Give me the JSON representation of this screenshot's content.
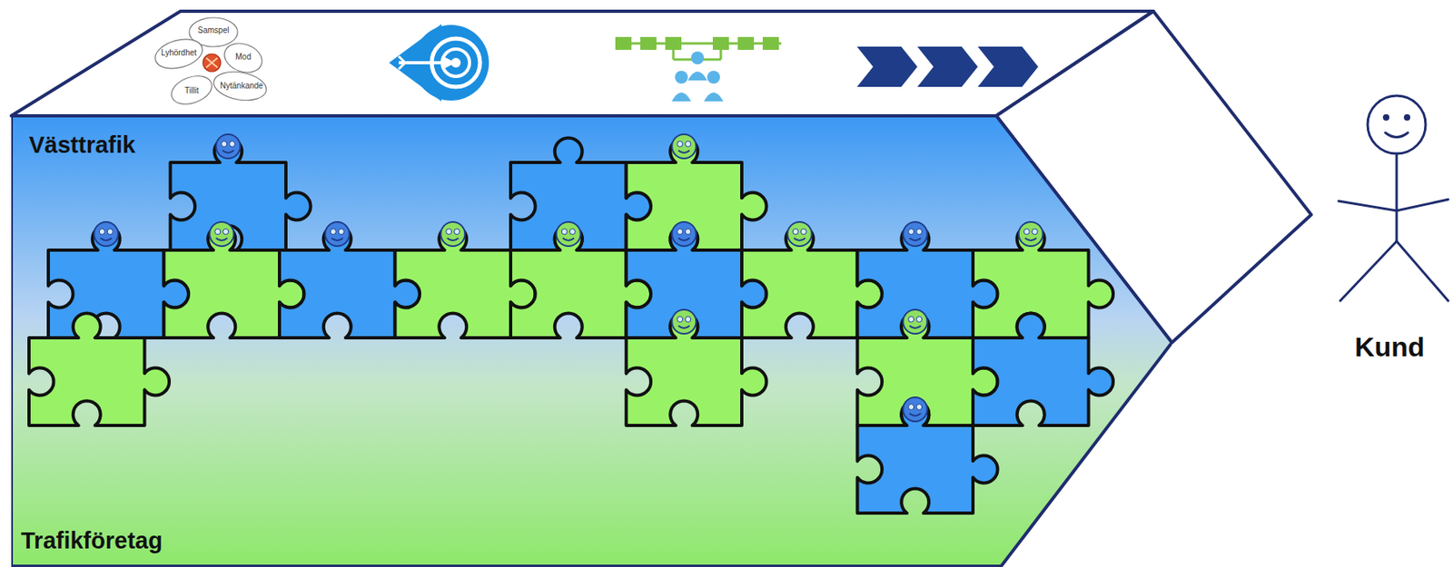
{
  "diagram": {
    "nodes": [
      {
        "text": [
          "Västtrafik",
          "Trafikföretag"
        ]
      }
    ],
    "labels": [
      "Samspel",
      "Lyhördhet",
      "Mod",
      "Nytänkande",
      "Tillit",
      "Kund"
    ]
  }
}
